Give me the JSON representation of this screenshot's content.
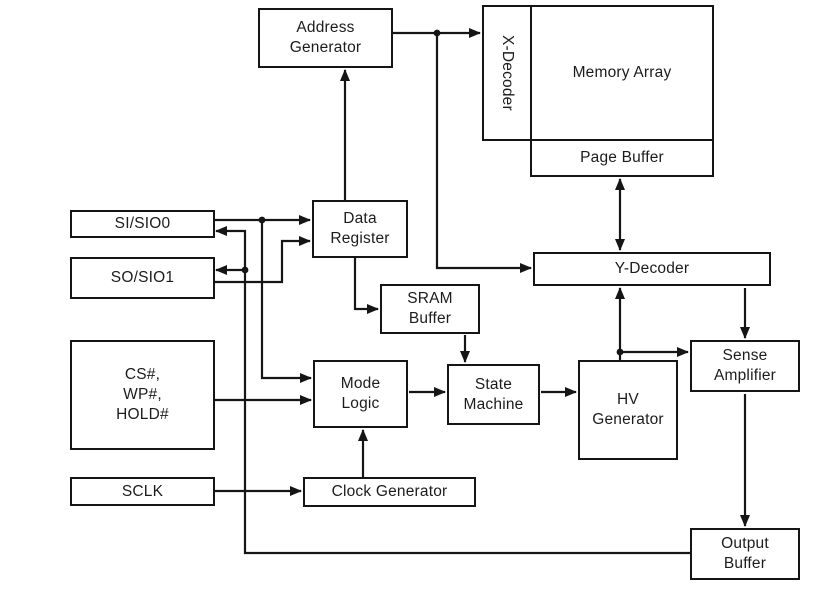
{
  "diagram": {
    "background": "#ffffff",
    "line_color": "#151515",
    "box_border_color": "#151515",
    "text_color": "#1c1c1c"
  },
  "nodes": {
    "address_generator": {
      "label": "Address\nGenerator"
    },
    "x_decoder": {
      "label": "X-Decoder",
      "orientation": "vertical"
    },
    "memory_array": {
      "label": "Memory Array"
    },
    "page_buffer": {
      "label": "Page Buffer"
    },
    "si_sio0": {
      "label": "SI/SIO0"
    },
    "so_sio1": {
      "label": "SO/SIO1"
    },
    "data_register": {
      "label": "Data\nRegister"
    },
    "y_decoder": {
      "label": "Y-Decoder"
    },
    "sram_buffer": {
      "label": "SRAM\nBuffer"
    },
    "control_pins": {
      "label": "CS#,\nWP#,\nHOLD#"
    },
    "mode_logic": {
      "label": "Mode\nLogic"
    },
    "state_machine": {
      "label": "State\nMachine"
    },
    "hv_generator": {
      "label": "HV\nGenerator"
    },
    "sense_amplifier": {
      "label": "Sense\nAmplifier"
    },
    "sclk": {
      "label": "SCLK"
    },
    "clock_generator": {
      "label": "Clock Generator"
    },
    "output_buffer": {
      "label": "Output\nBuffer"
    }
  },
  "connections": [
    {
      "from": "Address Generator",
      "to": "X-Decoder"
    },
    {
      "from": "Address Generator",
      "to": "Y-Decoder"
    },
    {
      "from": "Data Register",
      "to": "Address Generator"
    },
    {
      "from": "Page Buffer",
      "to": "Y-Decoder",
      "bidirectional": true
    },
    {
      "from": "Y-Decoder",
      "to": "Sense Amplifier"
    },
    {
      "from": "Sense Amplifier",
      "to": "Output Buffer"
    },
    {
      "from": "HV Generator",
      "to": "Y-Decoder"
    },
    {
      "from": "HV Generator",
      "to": "Sense Amplifier"
    },
    {
      "from": "State Machine",
      "to": "HV Generator"
    },
    {
      "from": "Mode Logic",
      "to": "State Machine"
    },
    {
      "from": "Data Register",
      "to": "SRAM Buffer"
    },
    {
      "from": "SRAM Buffer",
      "to": "State Machine"
    },
    {
      "from": "SI/SIO0",
      "to": "Data Register"
    },
    {
      "from": "SI/SIO0",
      "to": "Mode Logic"
    },
    {
      "from": "SO/SIO1",
      "to": "Data Register"
    },
    {
      "from": "CS#, WP#, HOLD#",
      "to": "Mode Logic"
    },
    {
      "from": "SCLK",
      "to": "Clock Generator"
    },
    {
      "from": "Clock Generator",
      "to": "Mode Logic"
    },
    {
      "from": "Output Buffer",
      "to": "SI/SIO0"
    },
    {
      "from": "Output Buffer",
      "to": "SO/SIO1"
    }
  ]
}
